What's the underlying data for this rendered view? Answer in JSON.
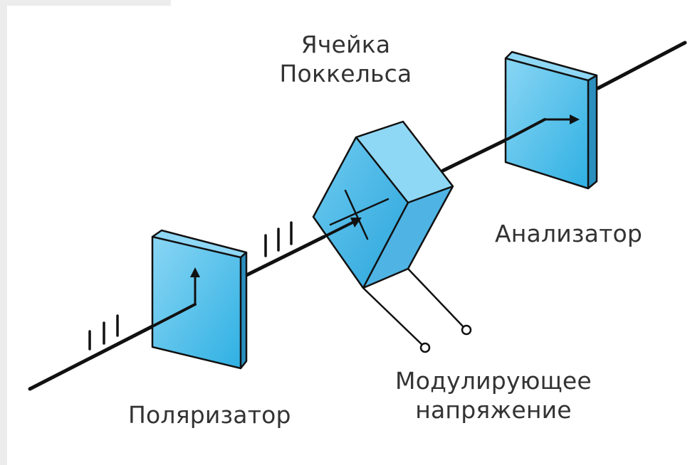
{
  "labels": {
    "pockels_cell_line1": "Ячейка",
    "pockels_cell_line2": "Поккельса",
    "analyzer": "Анализатор",
    "polarizer": "Поляризатор",
    "modulating_voltage_line1": "Модулирующее",
    "modulating_voltage_line2": "напряжение"
  },
  "colors": {
    "beam": "#111111",
    "element_front": "#5cc2ea",
    "element_side": "#2a8fbf",
    "element_top": "#8fd8f5",
    "text": "#333333",
    "frame": "#ececec"
  },
  "icons": {
    "polarization_marks": "three-vertical-ticks",
    "arrow": "polarization-arrow",
    "terminal": "open-circle"
  }
}
